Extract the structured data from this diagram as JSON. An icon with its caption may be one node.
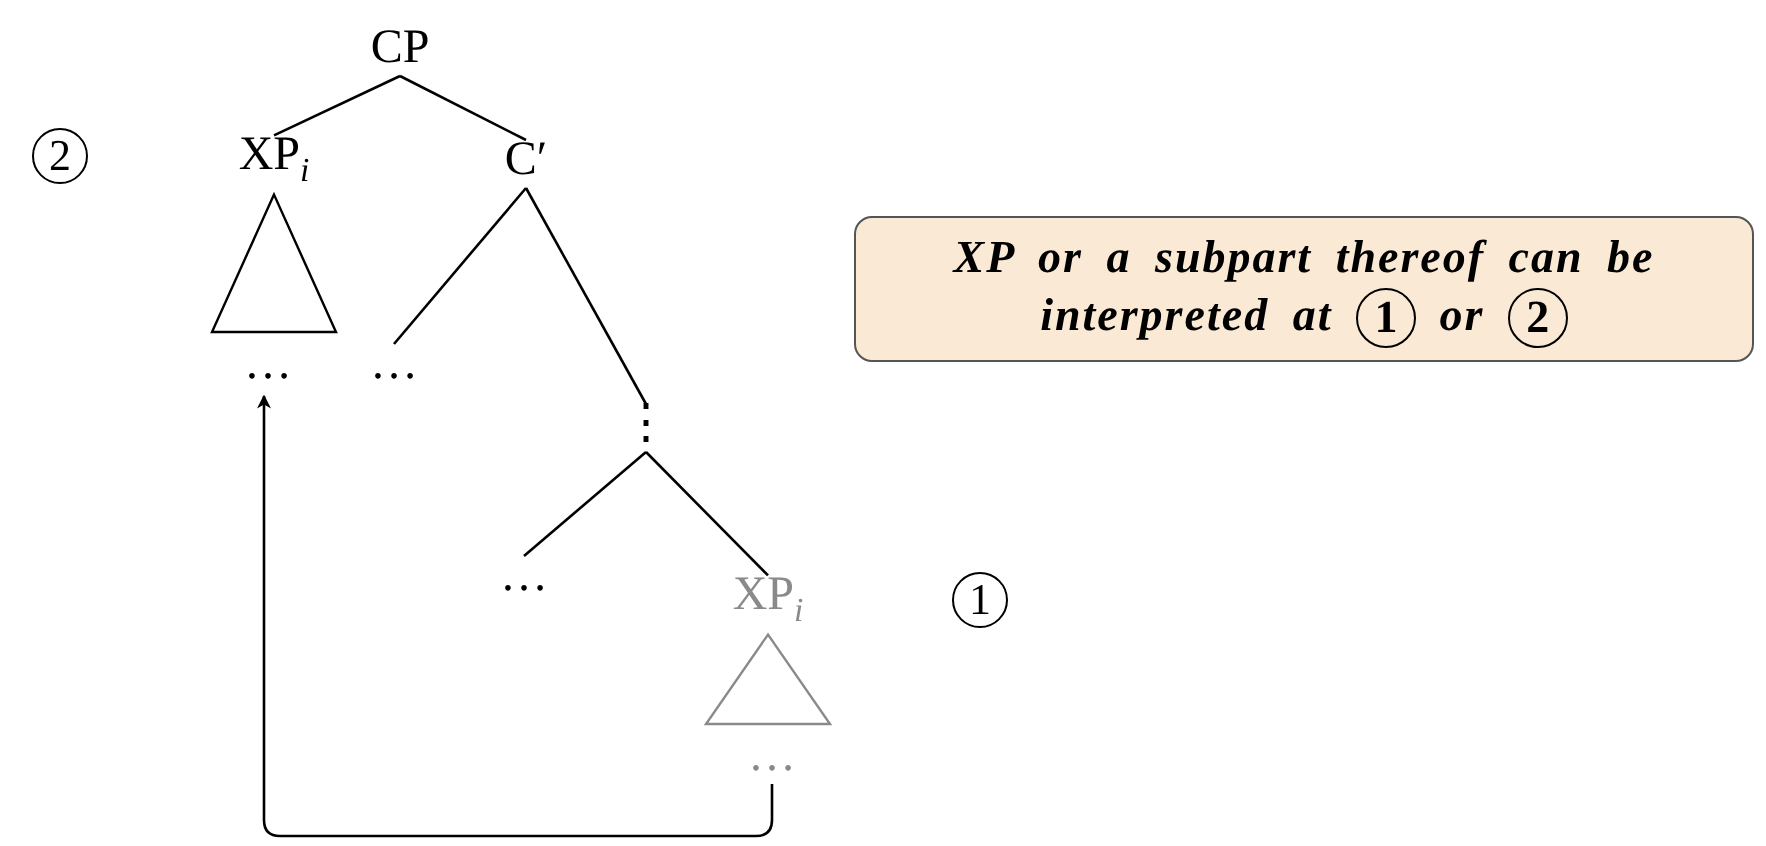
{
  "diagram": {
    "nodes": [
      {
        "text": [
          "CP"
        ]
      },
      {
        "text": [
          "2"
        ]
      },
      {
        "text": [
          "XP$_{i}$"
        ]
      },
      {
        "text": [
          "C′"
        ]
      },
      {
        "text": [
          "XP or a subpart thereof can be interpreted at",
          "1",
          "or",
          "2"
        ]
      },
      {
        "text": [
          "…"
        ]
      },
      {
        "text": [
          "…"
        ]
      },
      {
        "text": [
          "⋮"
        ]
      },
      {
        "text": [
          "…"
        ]
      },
      {
        "text": [
          "XP$_{i}$"
        ]
      },
      {
        "text": [
          "1"
        ]
      },
      {
        "text": [
          "…"
        ]
      }
    ],
    "edges": [
      {
        "from": 0,
        "to": 2,
        "arrow": "none"
      },
      {
        "from": 0,
        "to": 3,
        "arrow": "none"
      },
      {
        "from": 3,
        "to": 6,
        "arrow": "none"
      },
      {
        "from": 3,
        "to": 7,
        "arrow": "none"
      },
      {
        "from": 7,
        "to": 8,
        "arrow": "none"
      },
      {
        "from": 7,
        "to": 9,
        "arrow": "none"
      },
      {
        "from": 11,
        "to": 5,
        "arrow": "to"
      }
    ]
  }
}
